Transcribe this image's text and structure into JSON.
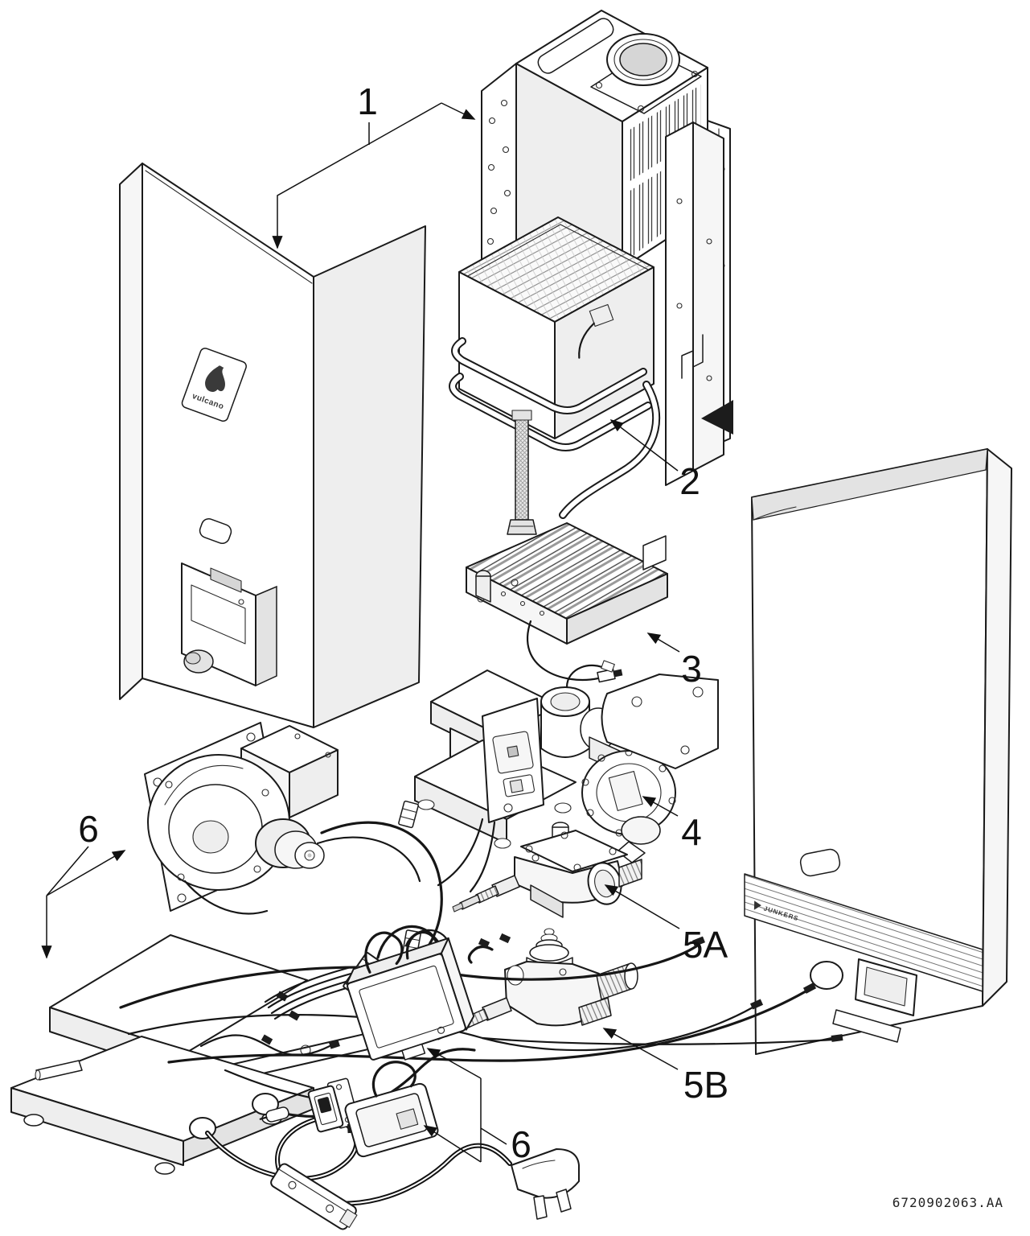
{
  "page": {
    "background": "#ffffff"
  },
  "callouts": {
    "label_1": "1",
    "label_2": "2",
    "label_3": "3",
    "label_4": "4",
    "label_5a": "5A",
    "label_5b": "5B",
    "label_6_upper": "6",
    "label_6_lower": "6"
  },
  "logos": {
    "vulcano": "vulcano",
    "junkers": "JUNKERS"
  },
  "footer": {
    "drawing_number": "6720902063.AA"
  },
  "colors": {
    "line": "#1a1a1a",
    "shade_light": "#f3f3f3",
    "shade_mid": "#e9e9e9",
    "shade_dark": "#d6d6d6",
    "label_ink": "#111111"
  }
}
